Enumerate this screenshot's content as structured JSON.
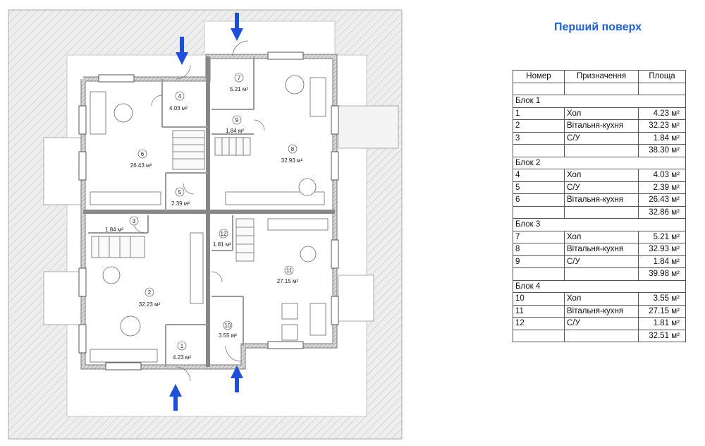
{
  "title": "Перший поверх",
  "table": {
    "headers": [
      "Номер",
      "Призначення",
      "Площа"
    ],
    "blocks": [
      {
        "label": "Блок 1",
        "rooms": [
          {
            "num": "1",
            "use": "Хол",
            "area": "4.23 м²"
          },
          {
            "num": "2",
            "use": "Вітальня-кухня",
            "area": "32.23 м²"
          },
          {
            "num": "3",
            "use": "С/У",
            "area": "1.84 м²"
          }
        ],
        "total": "38.30 м²"
      },
      {
        "label": "Блок 2",
        "rooms": [
          {
            "num": "4",
            "use": "Хол",
            "area": "4.03 м²"
          },
          {
            "num": "5",
            "use": "С/У",
            "area": "2.39 м²"
          },
          {
            "num": "6",
            "use": "Вітальня-кухня",
            "area": "26.43 м²"
          }
        ],
        "total": "32.86 м²"
      },
      {
        "label": "Блок 3",
        "rooms": [
          {
            "num": "7",
            "use": "Хол",
            "area": "5.21 м²"
          },
          {
            "num": "8",
            "use": "Вітальня-кухня",
            "area": "32.93 м²"
          },
          {
            "num": "9",
            "use": "С/У",
            "area": "1.84 м²"
          }
        ],
        "total": "39.98 м²"
      },
      {
        "label": "Блок 4",
        "rooms": [
          {
            "num": "10",
            "use": "Хол",
            "area": "3.55 м²"
          },
          {
            "num": "11",
            "use": "Вітальня-кухня",
            "area": "27.15 м²"
          },
          {
            "num": "12",
            "use": "С/У",
            "area": "1.81 м²"
          }
        ],
        "total": "32.51 м²"
      }
    ]
  },
  "plan": {
    "rooms": [
      {
        "id": "r1",
        "num": "1",
        "area": "4.23 м²"
      },
      {
        "id": "r2",
        "num": "2",
        "area": "32.23 м²"
      },
      {
        "id": "r3",
        "num": "3",
        "area": "1.84 м²"
      },
      {
        "id": "r4",
        "num": "4",
        "area": "4.03 м²"
      },
      {
        "id": "r5",
        "num": "5",
        "area": "2.39 м²"
      },
      {
        "id": "r6",
        "num": "6",
        "area": "26.43 м²"
      },
      {
        "id": "r7",
        "num": "7",
        "area": "5.21 м²"
      },
      {
        "id": "r8",
        "num": "8",
        "area": "32.93 м²"
      },
      {
        "id": "r9",
        "num": "9",
        "area": "1.84 м²"
      },
      {
        "id": "r10",
        "num": "10",
        "area": "3.55 м²"
      },
      {
        "id": "r11",
        "num": "11",
        "area": "27.15 м²"
      },
      {
        "id": "r12",
        "num": "12",
        "area": "1.81 м²"
      }
    ],
    "entrance_arrow_color": "#1f4fd8",
    "wall_color": "#9a9a9a",
    "hatch_color": "#c8c8c8"
  }
}
